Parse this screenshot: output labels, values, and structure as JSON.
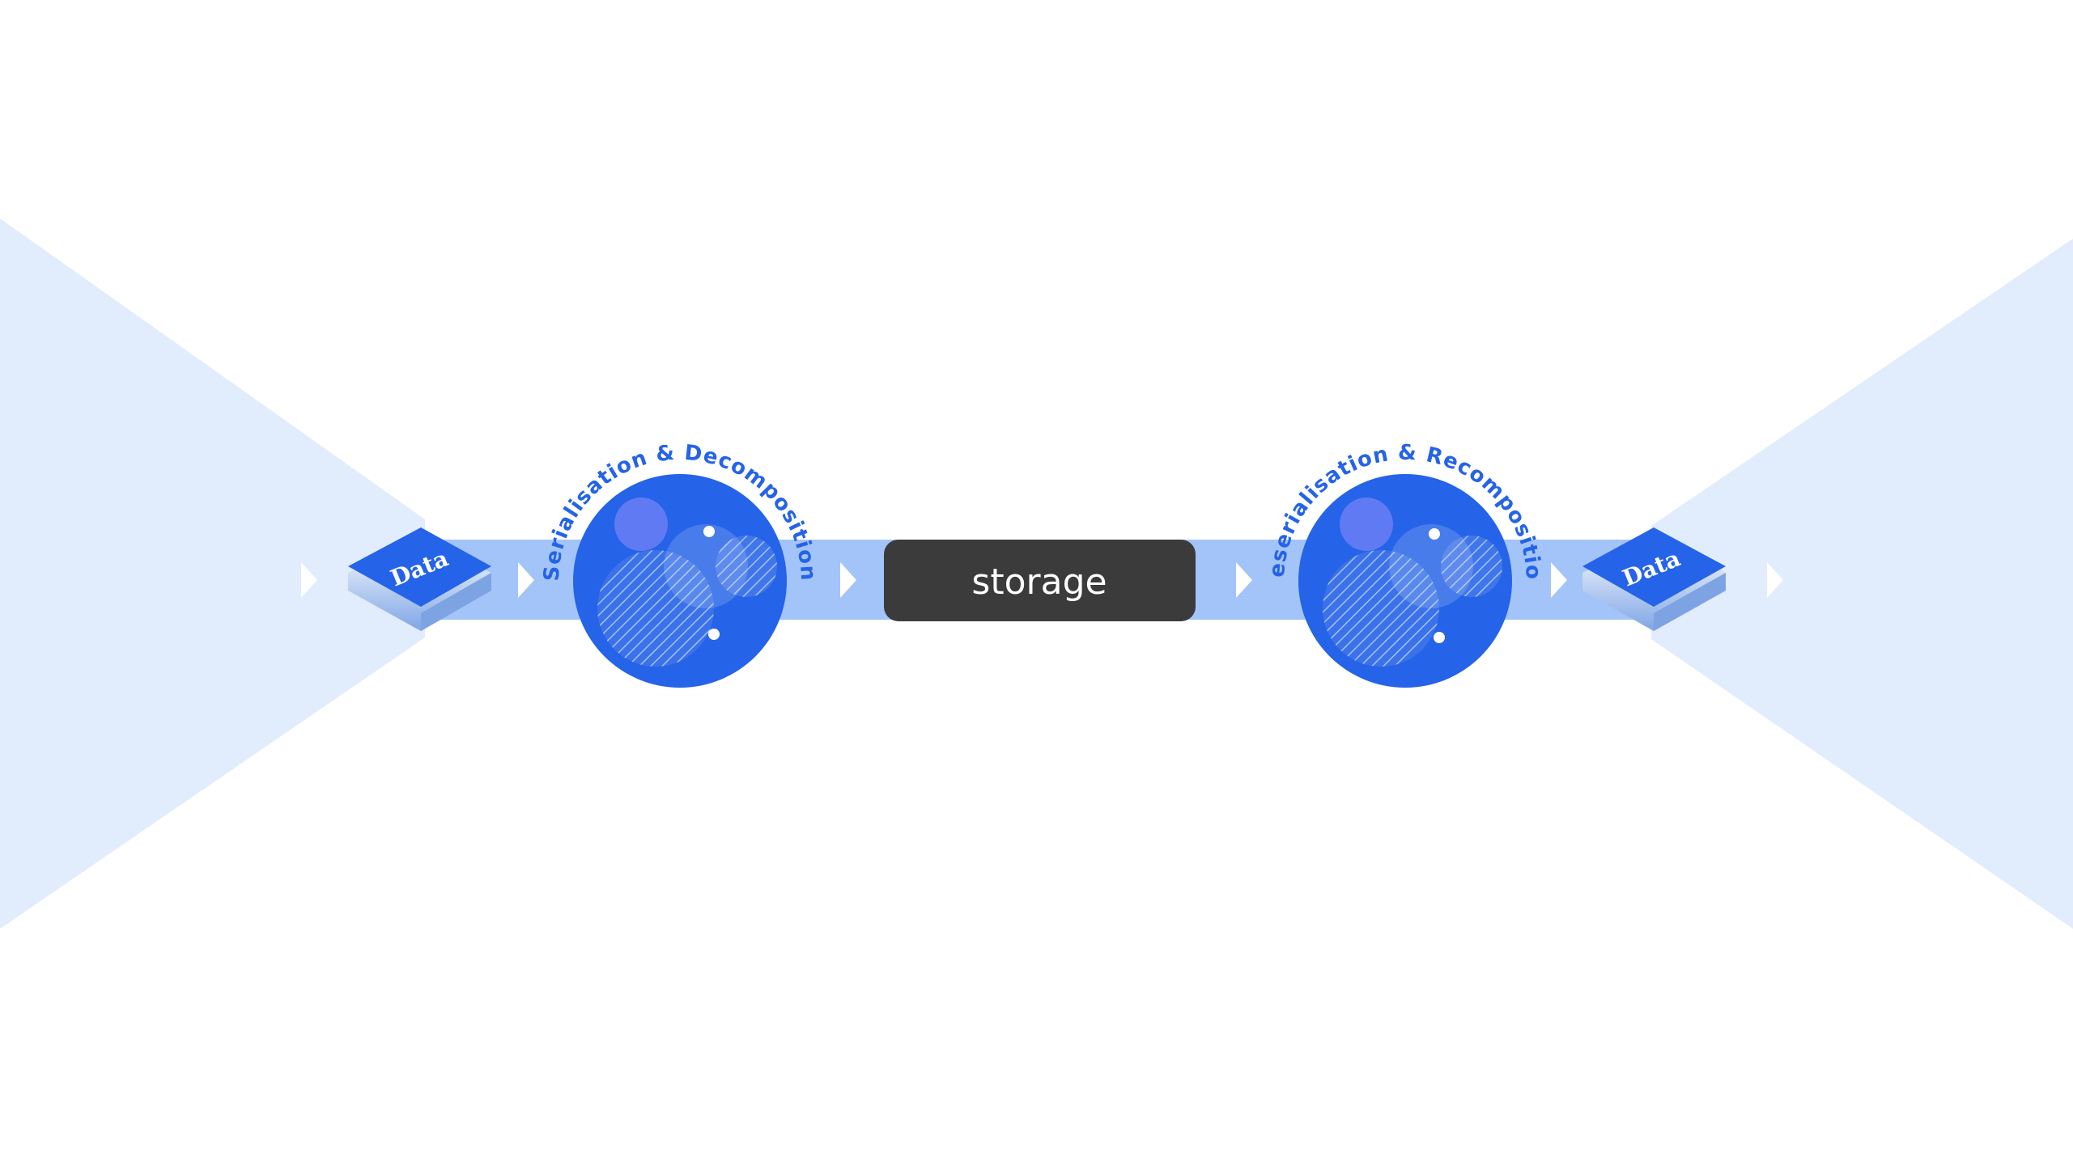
{
  "diagram": {
    "input_label": "Data",
    "output_label": "Data",
    "stage1_label": "Serialisation & Decomposition",
    "stage2_label": "Deserialisation & Recomposition",
    "storage_label": "storage"
  },
  "colors": {
    "background": "#ffffff",
    "light_fan": "#e1ecfc",
    "pipe": "#a3c4f8",
    "primary_blue": "#2563e8",
    "chevron": "#ffffff",
    "storage_box": "#3b3b3b",
    "storage_text": "#ffffff",
    "stage_label_color": "#2563e8"
  },
  "icons": {
    "chevron": "chevron-right-icon",
    "data_block": "data-block-icon",
    "process": "bubble-process-icon"
  }
}
